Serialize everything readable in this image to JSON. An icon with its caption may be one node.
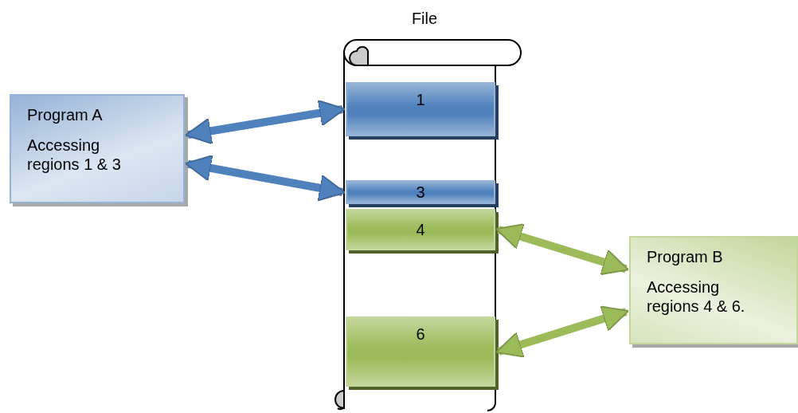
{
  "diagram": {
    "nodes": [
      {
        "text": [
          "Program A",
          "Accessing regions 1 & 3"
        ]
      },
      {
        "text": [
          "File"
        ]
      },
      {
        "text": [
          "1"
        ],
        "in": 1
      },
      {
        "text": [
          "3"
        ],
        "in": 1
      },
      {
        "text": [
          "4"
        ],
        "in": 1
      },
      {
        "text": [
          "6"
        ],
        "in": 1
      },
      {
        "text": [
          "Program B",
          "Accessing regions 4 & 6."
        ]
      }
    ],
    "edges": [
      {
        "from": 0,
        "to": 2,
        "arrow": "both",
        "color": "#4f81bd"
      },
      {
        "from": 0,
        "to": 3,
        "arrow": "both",
        "color": "#4f81bd"
      },
      {
        "from": 4,
        "to": 6,
        "arrow": "both",
        "color": "#9bbb59"
      },
      {
        "from": 5,
        "to": 6,
        "arrow": "both",
        "color": "#9bbb59"
      }
    ]
  }
}
